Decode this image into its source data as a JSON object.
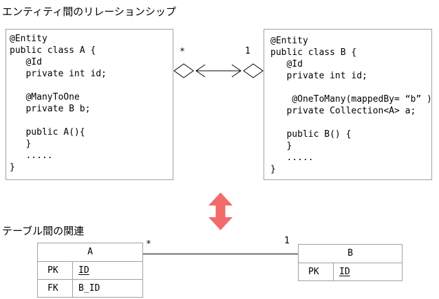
{
  "titles": {
    "top": "エンティティ間のリレーションシップ",
    "bottom": "テーブル間の関連"
  },
  "colors": {
    "box_border_gray": "#a0a0a0",
    "line_black": "#000000",
    "arrow_red": "#f26b6b",
    "diamond_fill": "#ffffff"
  },
  "entities": {
    "a": {
      "code": "@Entity\npublic class A {\n   @Id\n   private int id;\n\n   @ManyToOne\n   private B b;\n\n   public A(){\n   }\n   .....\n}"
    },
    "b": {
      "code": "@Entity\npublic class B {\n   @Id\n   private int id;\n\n    @OneToMany(mappedBy= “b” )\n   private Collection<A> a;\n\n   public B() {\n   }\n   .....\n}"
    }
  },
  "relationship": {
    "left_multiplicity": "*",
    "right_multiplicity": "1"
  },
  "table_relation": {
    "left_multiplicity": "*",
    "right_multiplicity": "1"
  },
  "tables": {
    "a": {
      "name": "A",
      "rows": [
        {
          "key": "PK",
          "value": "ID"
        },
        {
          "key": "FK",
          "value": "B_ID"
        }
      ]
    },
    "b": {
      "name": "B",
      "rows": [
        {
          "key": "PK",
          "value": "ID"
        }
      ]
    }
  }
}
